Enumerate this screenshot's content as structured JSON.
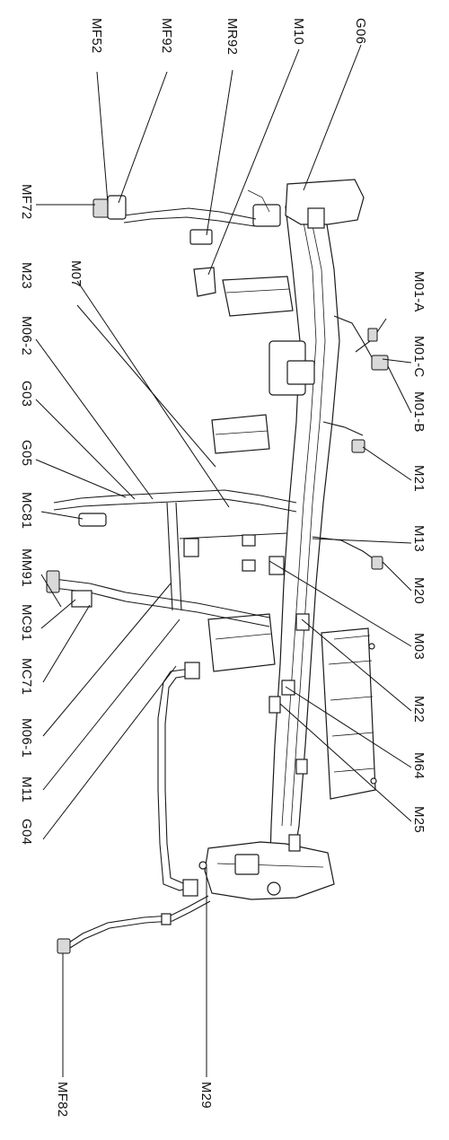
{
  "labels": {
    "mf52": "MF52",
    "mf92": "MF92",
    "mr92": "MR92",
    "m10": "M10",
    "g06": "G06",
    "mf72": "MF72",
    "m23": "M23",
    "m07": "M07",
    "m06_2": "M06-2",
    "g03": "G03",
    "g05": "G05",
    "mc81": "MC81",
    "mm91": "MM91",
    "mc91": "MC91",
    "mc71": "MC71",
    "m06_1": "M06-1",
    "m11": "M11",
    "g04": "G04",
    "mf82": "MF82",
    "m29": "M29",
    "m01_a": "M01-A",
    "m01_c": "M01-C",
    "m01_b": "M01-B",
    "m21": "M21",
    "m13": "M13",
    "m20": "M20",
    "m03": "M03",
    "m22": "M22",
    "m64": "M64",
    "m25": "M25"
  }
}
